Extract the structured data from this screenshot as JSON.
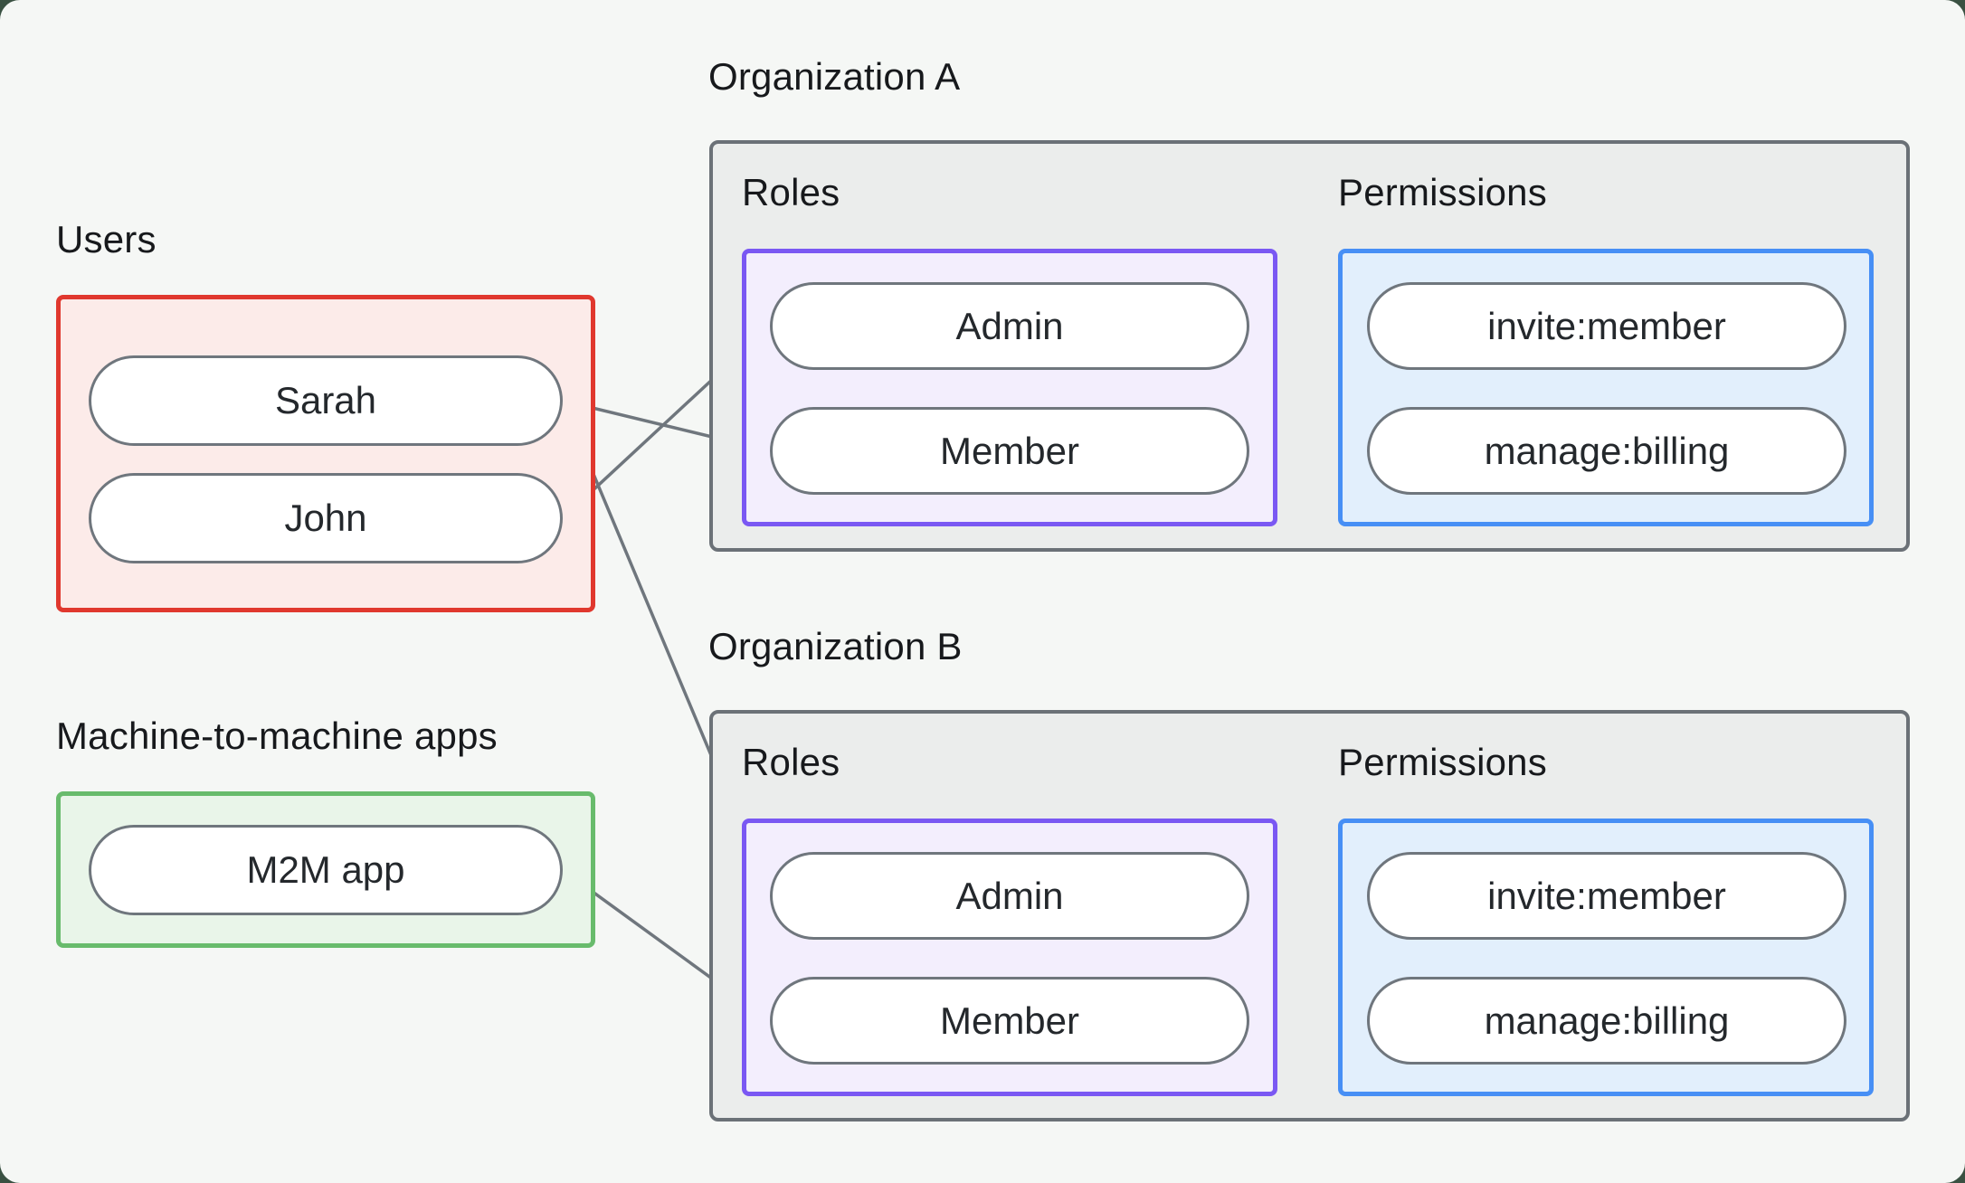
{
  "users_section": {
    "title": "Users",
    "items": [
      {
        "id": "sarah",
        "label": "Sarah"
      },
      {
        "id": "john",
        "label": "John"
      }
    ]
  },
  "m2m_section": {
    "title": "Machine-to-machine apps",
    "items": [
      {
        "id": "m2m",
        "label": "M2M app"
      }
    ]
  },
  "organizations": [
    {
      "id": "orgA",
      "title": "Organization A",
      "roles_title": "Roles",
      "permissions_title": "Permissions",
      "roles": [
        {
          "id": "orgA-admin",
          "label": "Admin"
        },
        {
          "id": "orgA-member",
          "label": "Member"
        }
      ],
      "permissions": [
        {
          "id": "orgA-invite",
          "label": "invite:member"
        },
        {
          "id": "orgA-manage",
          "label": "manage:billing"
        }
      ]
    },
    {
      "id": "orgB",
      "title": "Organization B",
      "roles_title": "Roles",
      "permissions_title": "Permissions",
      "roles": [
        {
          "id": "orgB-admin",
          "label": "Admin"
        },
        {
          "id": "orgB-member",
          "label": "Member"
        }
      ],
      "permissions": [
        {
          "id": "orgB-invite",
          "label": "invite:member"
        },
        {
          "id": "orgB-manage",
          "label": "manage:billing"
        }
      ]
    }
  ],
  "connections": [
    {
      "from": "john",
      "to": "orgA-admin"
    },
    {
      "from": "sarah",
      "to": "orgA-member"
    },
    {
      "from": "sarah",
      "to": "orgB-admin"
    },
    {
      "from": "m2m",
      "to": "orgB-member"
    },
    {
      "from": "orgA-admin",
      "to": "orgA-invite"
    },
    {
      "from": "orgA-admin",
      "to": "orgA-manage"
    },
    {
      "from": "orgA-member",
      "to": "orgA-manage"
    },
    {
      "from": "orgB-admin",
      "to": "orgB-invite"
    },
    {
      "from": "orgB-admin",
      "to": "orgB-manage"
    },
    {
      "from": "orgB-member",
      "to": "orgB-manage"
    }
  ],
  "style": {
    "line_color": "#6f767d",
    "line_width": 3.5,
    "dot_radius": 8.5,
    "canvas_bg": "#f5f7f5",
    "outer_bg": "#3a5142",
    "red_border": "#e0382e",
    "green_border": "#68bb6c",
    "purple_border": "#7a58f3",
    "blue_border": "#478ff5",
    "gray_border": "#6b7177"
  }
}
